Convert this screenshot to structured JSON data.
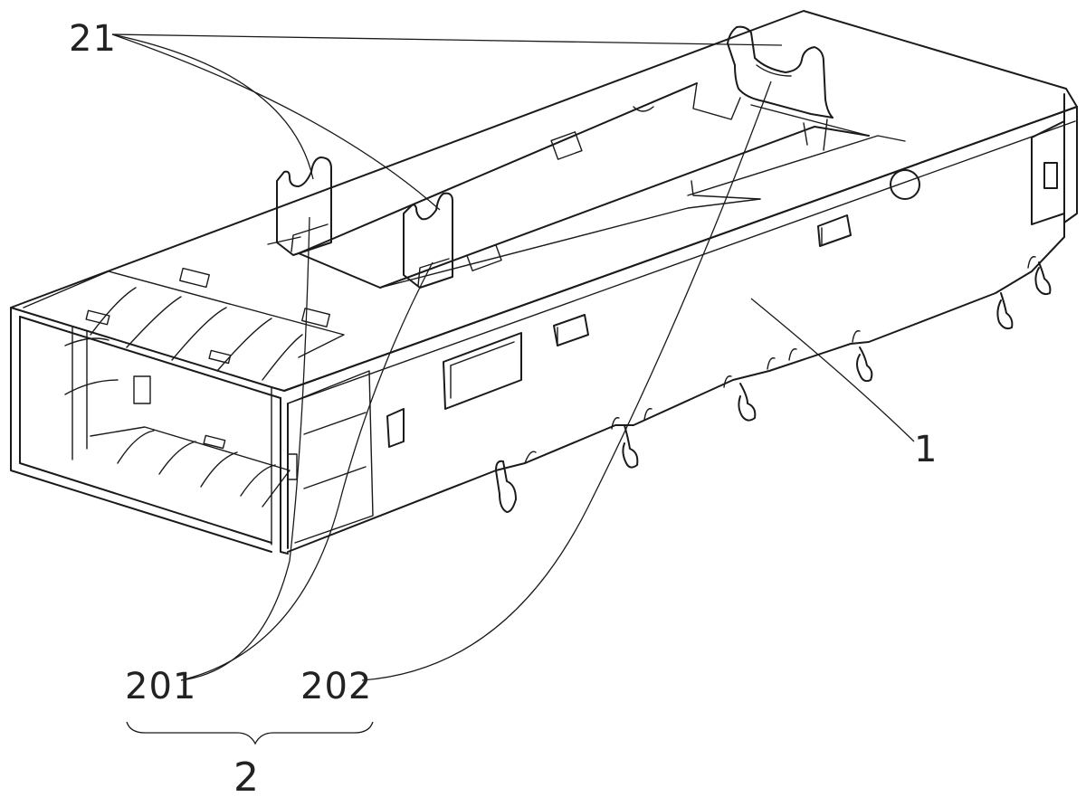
{
  "labels": {
    "tabs": "21",
    "housing": "1",
    "part_a": "201",
    "part_b": "202",
    "assembly": "2"
  },
  "colors": {
    "ink": "#1a1a1a",
    "background": "#ffffff"
  }
}
